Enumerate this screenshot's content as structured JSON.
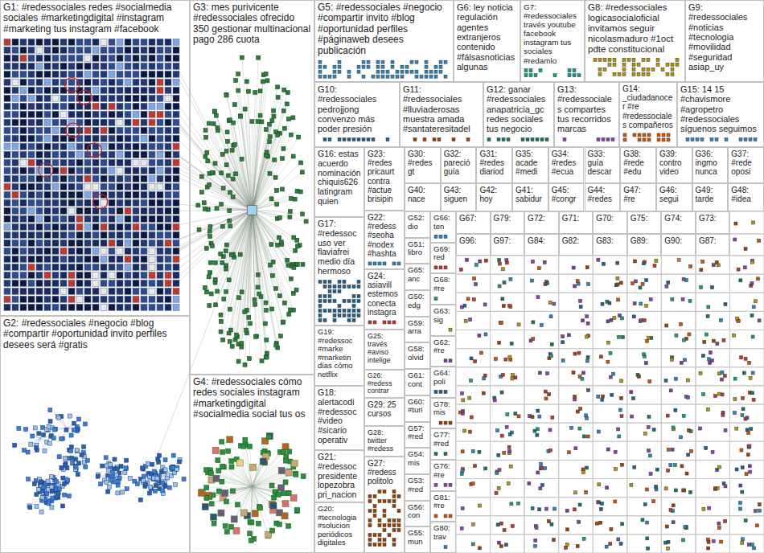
{
  "diagram": {
    "nodes": [
      {
        "text": [
          "G1: #redessociales redes #socialmedia sociales #marketingdigital #instagram #marketing tus instagram #facebook"
        ]
      },
      {
        "text": [
          "G3: mes purivicente #redessociales ofrecido 350 gestionar multinacional pago 286 cuota"
        ]
      },
      {
        "text": [
          "G5: #redessociales #negocio #compartir invito #blog #oportunidad perfiles #páginaweb desees publicación"
        ]
      },
      {
        "text": [
          "G6: ley noticia regulación agentes extranjeros contenido #fálsasnoticias algunas"
        ]
      },
      {
        "text": [
          "G7: #redessociales través youtube facebook instagram tus sociales #redamlo"
        ]
      },
      {
        "text": [
          "G8: #redessociales logicasocialoficial invitamos seguir nicolasmaduro #1oct pdte constitucional"
        ]
      },
      {
        "text": [
          "G9: #redessociales #noticias #tecnologia #movilidad #seguridad asiap_uy"
        ]
      },
      {
        "text": [
          "G10: #redessociales pedrojjong convenzo más poder presión"
        ]
      },
      {
        "text": [
          "G11: #redessociales #lluviaderosas muestra amada #santateresitadel"
        ]
      },
      {
        "text": [
          "G12: ganar #redessociales anapatricia_gc redes sociales tus negocio"
        ]
      },
      {
        "text": [
          "G13: #redessociales compartes tus recorridos marcas"
        ]
      },
      {
        "text": [
          "G14: _ciudadanocer #re #redessociales compañeros"
        ]
      },
      {
        "text": [
          "G15: 14 15 #chavismore #agropetro #redessociales síguenos seguimos"
        ]
      },
      {
        "text": [
          "G16: estas acuerdo nominación chiquis626 latingram quien"
        ]
      },
      {
        "text": [
          "G23: #redes pricaurt contra #actue brisipin"
        ]
      },
      {
        "text": [
          "G30: #redes gt"
        ]
      },
      {
        "text": [
          "G32: pareció guía"
        ]
      },
      {
        "text": [
          "G31: #redes diariod"
        ]
      },
      {
        "text": [
          "G35: acade #medi"
        ]
      },
      {
        "text": [
          "G34: #redes #ecua"
        ]
      },
      {
        "text": [
          "G33: guía descar"
        ]
      },
      {
        "text": [
          "G38: #rede #edu"
        ]
      },
      {
        "text": [
          "G39: contro video"
        ]
      },
      {
        "text": [
          "G36: ingmo nunca"
        ]
      },
      {
        "text": [
          "G37: #rede oposi"
        ]
      },
      {
        "text": [
          "G40: nace"
        ]
      },
      {
        "text": [
          "G43: siguen"
        ]
      },
      {
        "text": [
          "G42: hoy"
        ]
      },
      {
        "text": [
          "G41: sabidur"
        ]
      },
      {
        "text": [
          "G45: #congr"
        ]
      },
      {
        "text": [
          "G44: #redes"
        ]
      },
      {
        "text": [
          "G47: #re"
        ]
      },
      {
        "text": [
          "G46: segui"
        ]
      },
      {
        "text": [
          "G49: tarde"
        ]
      },
      {
        "text": [
          "G48: #idea"
        ]
      },
      {
        "text": [
          "G2: #redessociales #negocio #blog #compartir #oportunidad invito perfiles desees será #gratis"
        ]
      },
      {
        "text": [
          "G4: #redessociales cómo redes sociales instagram #marketingdigital #socialmedia social tus os"
        ]
      },
      {
        "text": [
          "G17: #redessoc uso ver flaviafrei medio día hermoso"
        ]
      },
      {
        "text": [
          "G19: #redessoc #marke #marketin días cómo netflix"
        ]
      },
      {
        "text": [
          "G18: alertacodi #redessoc #video #sicario operativ"
        ]
      },
      {
        "text": [
          "G21: #redessoc presidente lopezobra pri_nacion"
        ]
      },
      {
        "text": [
          "G20: #tecnologia #solucion periódicos digitales"
        ]
      },
      {
        "text": [
          "G22: #redess #seoha #nodex #hashta"
        ]
      },
      {
        "text": [
          "G24: asiavill estemos conecta instagra"
        ]
      },
      {
        "text": [
          "G25: través #aviso intelige"
        ]
      },
      {
        "text": [
          "G26: #redess contrar"
        ]
      },
      {
        "text": [
          "G29: 25 cursos"
        ]
      },
      {
        "text": [
          "G28: twitter #redess"
        ]
      },
      {
        "text": [
          "G27: #redess politolo"
        ]
      },
      {
        "text": [
          "G52: dio"
        ]
      },
      {
        "text": [
          "G51: libro"
        ]
      },
      {
        "text": [
          "G65: anc"
        ]
      },
      {
        "text": [
          "G50: edg"
        ]
      },
      {
        "text": [
          "G59: arra"
        ]
      },
      {
        "text": [
          "G58: olvid"
        ]
      },
      {
        "text": [
          "G61: cont"
        ]
      },
      {
        "text": [
          "G60: #turi"
        ]
      },
      {
        "text": [
          "G57: #red"
        ]
      },
      {
        "text": [
          "G54: mis"
        ]
      },
      {
        "text": [
          "G53: #red"
        ]
      },
      {
        "text": [
          "G56: con"
        ]
      },
      {
        "text": [
          "G55: mun"
        ]
      },
      {
        "text": [
          "G66: ten"
        ]
      },
      {
        "text": [
          "G69: red"
        ]
      },
      {
        "text": [
          "G68: #re"
        ]
      },
      {
        "text": [
          "G63: sig"
        ]
      },
      {
        "text": [
          "G62: #re"
        ]
      },
      {
        "text": [
          "G64: poli"
        ]
      },
      {
        "text": [
          "G78: mis"
        ]
      },
      {
        "text": [
          "G77: #red"
        ]
      },
      {
        "text": [
          "G76: #re"
        ]
      },
      {
        "text": [
          "G81: #re"
        ]
      },
      {
        "text": [
          "G80: trav"
        ]
      },
      {
        "text": [
          "G67:"
        ]
      },
      {
        "text": [
          "G79:"
        ]
      },
      {
        "text": [
          "G72:"
        ]
      },
      {
        "text": [
          "G71:"
        ]
      },
      {
        "text": [
          "G70:"
        ]
      },
      {
        "text": [
          "G75:"
        ]
      },
      {
        "text": [
          "G74:"
        ]
      },
      {
        "text": [
          "G73:"
        ]
      },
      {
        "text": [
          "G96:"
        ]
      },
      {
        "text": [
          "G97:"
        ]
      },
      {
        "text": [
          "G84:"
        ]
      },
      {
        "text": [
          "G82:"
        ]
      },
      {
        "text": [
          "G83:"
        ]
      },
      {
        "text": [
          "G89:"
        ]
      },
      {
        "text": [
          "G90:"
        ]
      },
      {
        "text": [
          "G87:"
        ]
      }
    ]
  }
}
